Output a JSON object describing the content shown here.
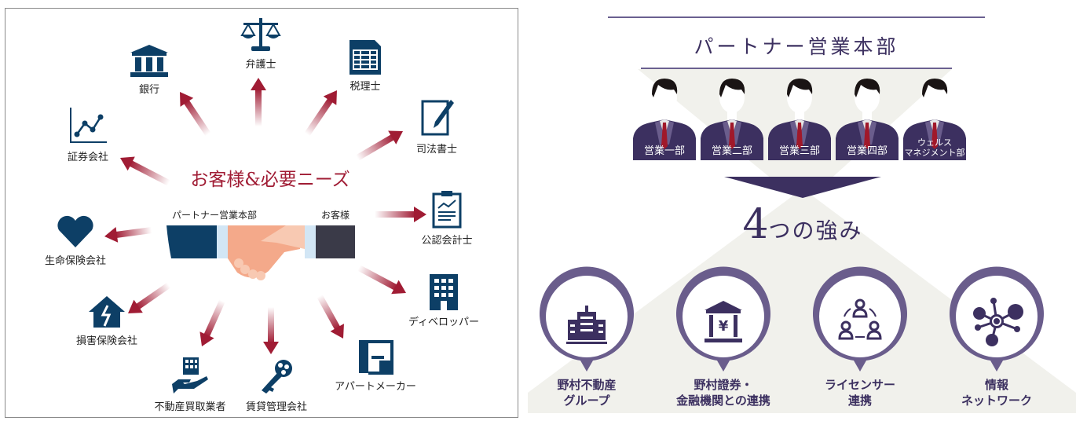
{
  "left_diagram": {
    "center_title": "お客様&必要ニーズ",
    "handshake": {
      "left_label": "パートナー営業本部",
      "right_label": "お客様"
    },
    "nodes": [
      {
        "id": "bank",
        "label": "銀行",
        "icon": "bank-icon"
      },
      {
        "id": "lawyer",
        "label": "弁護士",
        "icon": "scales-icon"
      },
      {
        "id": "tax",
        "label": "税理士",
        "icon": "spreadsheet-icon"
      },
      {
        "id": "scrivener",
        "label": "司法書士",
        "icon": "document-pen-icon"
      },
      {
        "id": "securities",
        "label": "証券会社",
        "icon": "line-chart-icon"
      },
      {
        "id": "cpa",
        "label": "公認会計士",
        "icon": "clipboard-chart-icon"
      },
      {
        "id": "life_ins",
        "label": "生命保険会社",
        "icon": "heart-icon"
      },
      {
        "id": "developer",
        "label": "ディベロッパー",
        "icon": "building-icon"
      },
      {
        "id": "damage_ins",
        "label": "損害保険会社",
        "icon": "broken-house-icon"
      },
      {
        "id": "apartment",
        "label": "アパートメーカー",
        "icon": "floorplan-icon"
      },
      {
        "id": "buyer",
        "label": "不動産買取業者",
        "icon": "building-in-hand-icon"
      },
      {
        "id": "rental",
        "label": "賃貸管理会社",
        "icon": "key-icon"
      }
    ],
    "colors": {
      "icon": "#0d3f66",
      "arrow": "#a01c34",
      "title": "#a01c34"
    }
  },
  "right_diagram": {
    "title": "パートナー営業本部",
    "departments": [
      {
        "label": "営業一部"
      },
      {
        "label": "営業二部"
      },
      {
        "label": "営業三部"
      },
      {
        "label": "営業四部"
      },
      {
        "label_line1": "ウェルス",
        "label_line2": "マネジメント部"
      }
    ],
    "strengths_title": {
      "number": "4",
      "text": "つの強み"
    },
    "strengths": [
      {
        "line1": "野村不動産",
        "line2": "グループ",
        "icon": "office-building-icon"
      },
      {
        "line1": "野村證券・",
        "line2": "金融機関との連携",
        "icon": "yen-bank-icon"
      },
      {
        "line1": "ライセンサー",
        "line2": "連携",
        "icon": "people-cycle-icon"
      },
      {
        "line1": "情報",
        "line2": "ネットワーク",
        "icon": "network-icon"
      }
    ],
    "colors": {
      "primary": "#3c3060",
      "ring": "#6a5d8c",
      "tie": "#a0182a",
      "bg": "#f1f1ec"
    }
  }
}
